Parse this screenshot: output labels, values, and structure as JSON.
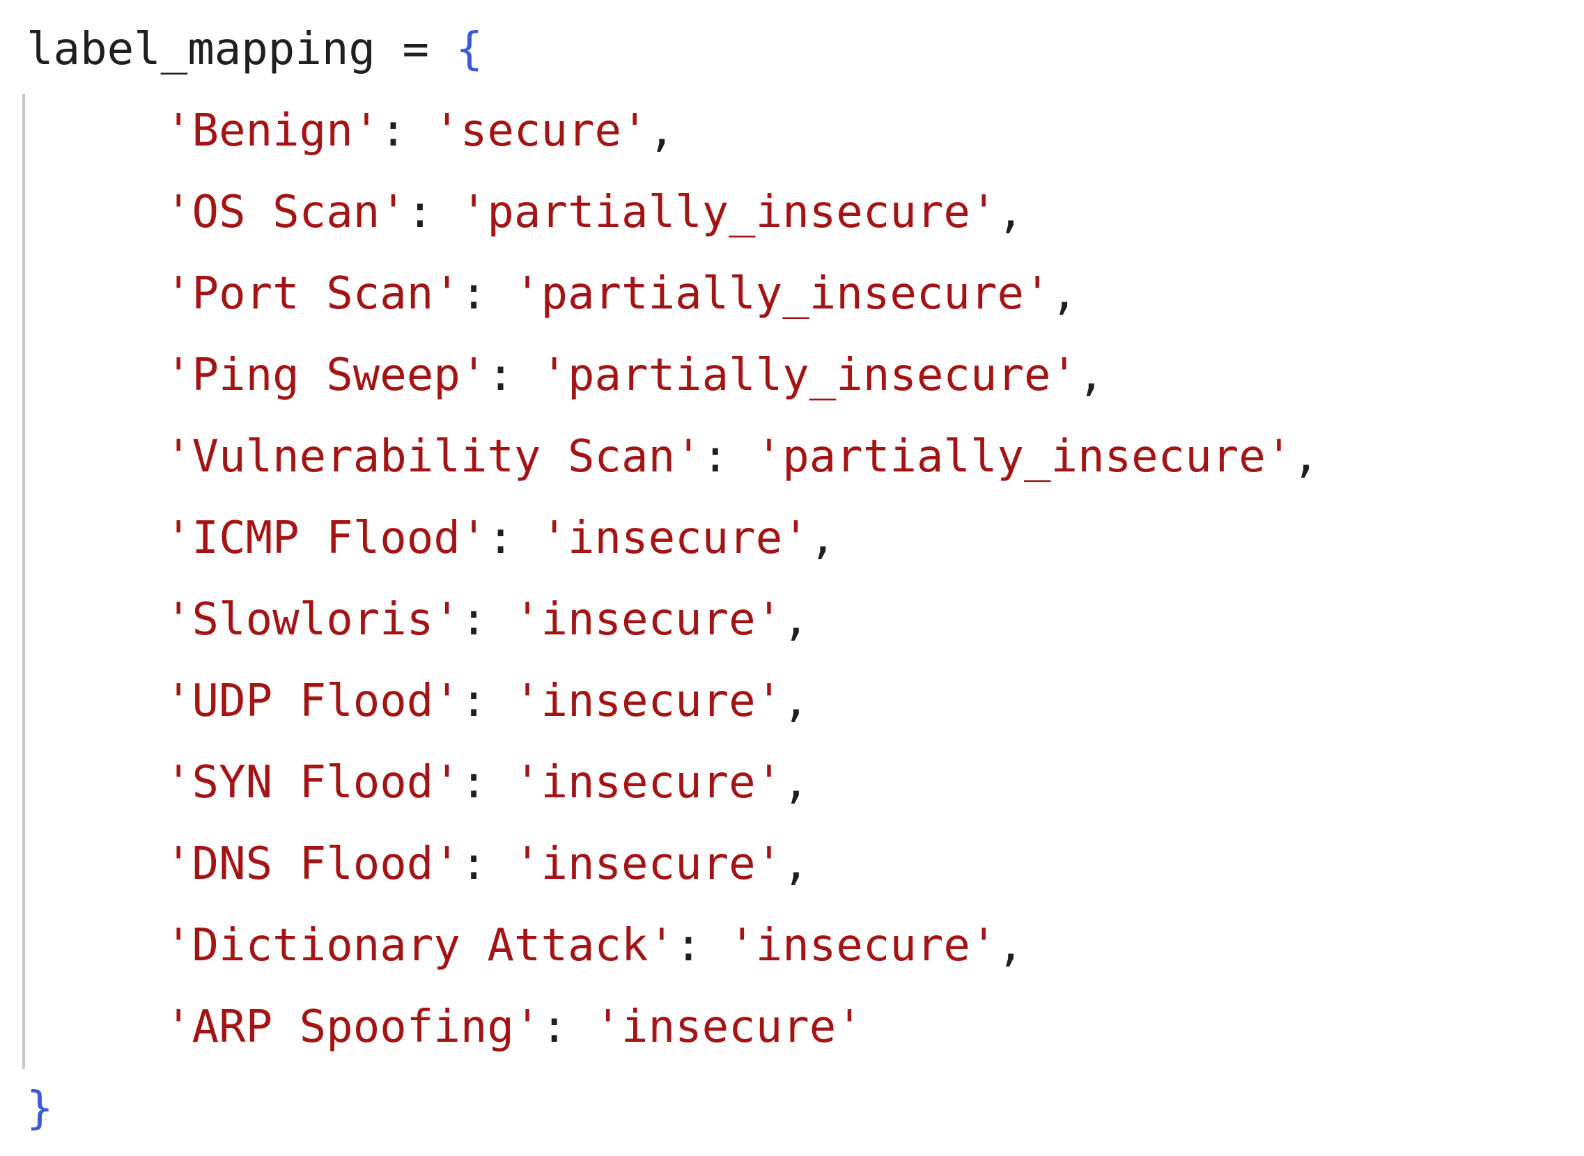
{
  "code": {
    "var_name": "label_mapping",
    "assign": " = ",
    "open_brace": "{",
    "close_brace": "}",
    "colon": ": ",
    "comma": ",",
    "entries": [
      {
        "key": "'Benign'",
        "value": "'secure'",
        "comma": ","
      },
      {
        "key": "'OS Scan'",
        "value": "'partially_insecure'",
        "comma": ","
      },
      {
        "key": "'Port Scan'",
        "value": "'partially_insecure'",
        "comma": ","
      },
      {
        "key": "'Ping Sweep'",
        "value": "'partially_insecure'",
        "comma": ","
      },
      {
        "key": "'Vulnerability Scan'",
        "value": "'partially_insecure'",
        "comma": ","
      },
      {
        "key": "'ICMP Flood'",
        "value": "'insecure'",
        "comma": ","
      },
      {
        "key": "'Slowloris'",
        "value": "'insecure'",
        "comma": ","
      },
      {
        "key": "'UDP Flood'",
        "value": "'insecure'",
        "comma": ","
      },
      {
        "key": "'SYN Flood'",
        "value": "'insecure'",
        "comma": ","
      },
      {
        "key": "'DNS Flood'",
        "value": "'insecure'",
        "comma": ","
      },
      {
        "key": "'Dictionary Attack'",
        "value": "'insecure'",
        "comma": ","
      },
      {
        "key": "'ARP Spoofing'",
        "value": "'insecure'",
        "comma": ""
      }
    ]
  },
  "colors": {
    "string": "#a31515",
    "brace": "#3a5bd8",
    "text": "#1f1f1f",
    "indent_guide": "#c8c8c8",
    "background": "#ffffff"
  }
}
